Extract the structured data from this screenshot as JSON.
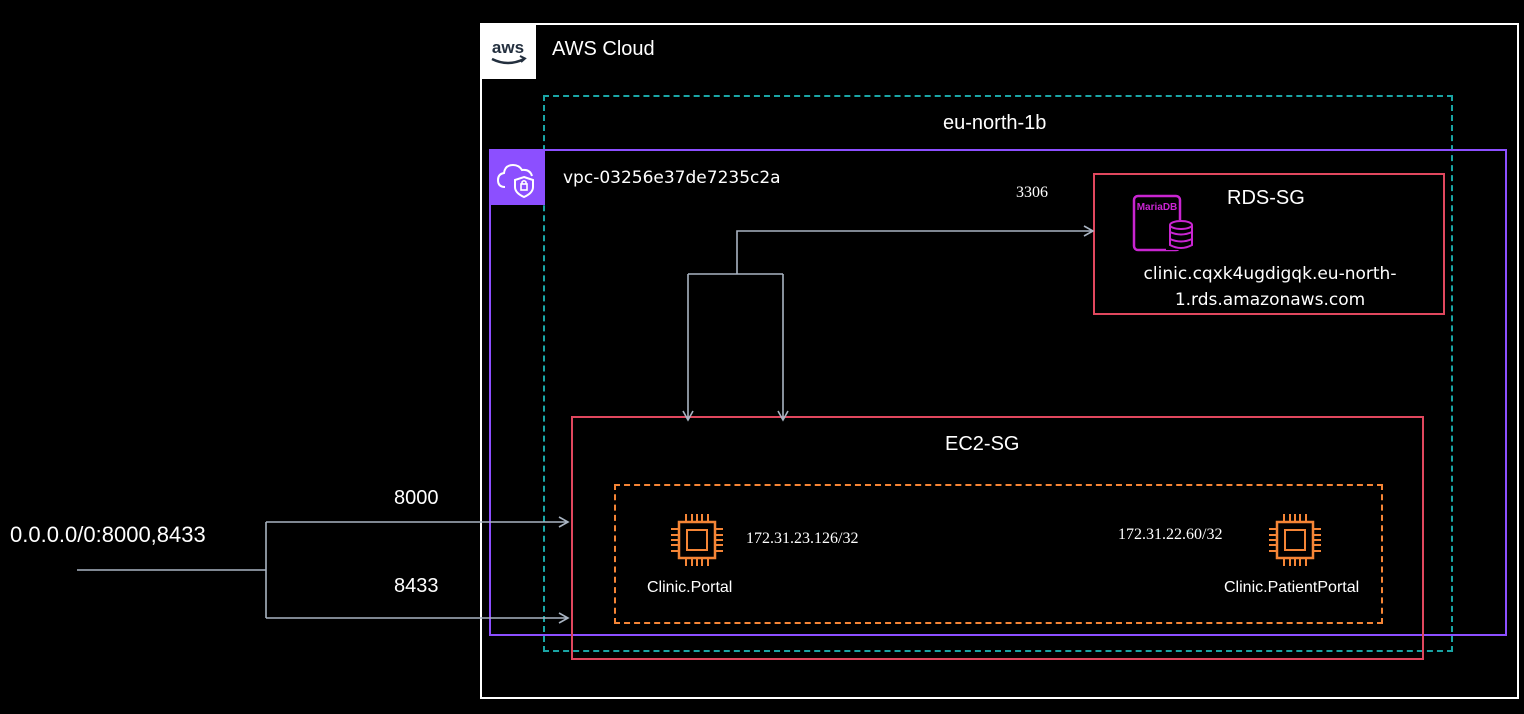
{
  "aws_cloud": {
    "label": "AWS Cloud",
    "logo_text": "aws"
  },
  "availability_zone": {
    "label": "eu-north-1b"
  },
  "vpc": {
    "label": "vpc-03256e37de7235c2a"
  },
  "rds_sg": {
    "label": "RDS-SG",
    "icon_text": "MariaDB",
    "endpoint_line1": "clinic.cqxk4ugdigqk.eu-north-",
    "endpoint_line2": "1.rds.amazonaws.com",
    "port": "3306"
  },
  "ec2_sg": {
    "label": "EC2-SG",
    "instances": [
      {
        "name": "Clinic.Portal",
        "ip": "172.31.23.126/32"
      },
      {
        "name": "Clinic.PatientPortal",
        "ip": "172.31.22.60/32"
      }
    ]
  },
  "ingress": {
    "source": "0.0.0.0/0:8000,8433",
    "ports": [
      "8000",
      "8433"
    ]
  },
  "colors": {
    "background": "#000000",
    "cloud_border": "#ffffff",
    "az_border": "#1aa5a5",
    "vpc": "#8c4fff",
    "security_group": "#e0475e",
    "auto_scaling": "#f58536",
    "ec2_icon": "#f58536",
    "mariadb_icon": "#c925d1",
    "arrow": "#a9b4c2"
  }
}
